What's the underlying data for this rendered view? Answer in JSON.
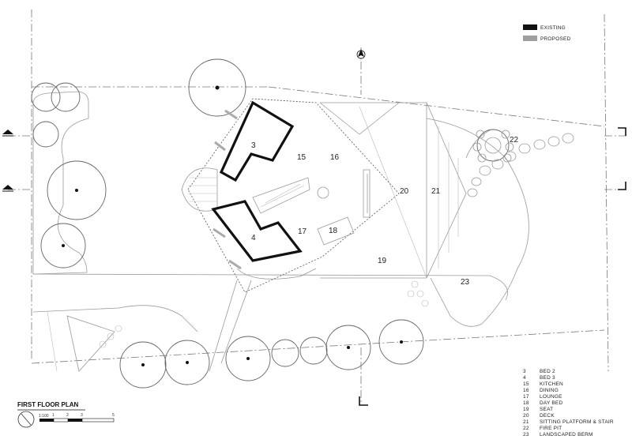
{
  "plan": {
    "title": "FIRST FLOOR PLAN",
    "scale_ratio": "1:100",
    "scale_ticks": [
      "1",
      "2",
      "3",
      "5"
    ]
  },
  "key": {
    "existing_label": "EXISTING",
    "proposed_label": "PROPOSED",
    "existing_color": "#111111",
    "proposed_color": "#9e9e9e"
  },
  "rooms": [
    {
      "num": "3",
      "name": "BED 2"
    },
    {
      "num": "4",
      "name": "BED 3"
    },
    {
      "num": "15",
      "name": "KITCHEN"
    },
    {
      "num": "16",
      "name": "DINING"
    },
    {
      "num": "17",
      "name": "LOUNGE"
    },
    {
      "num": "18",
      "name": "DAY BED"
    },
    {
      "num": "19",
      "name": "SEAT"
    },
    {
      "num": "20",
      "name": "DECK"
    },
    {
      "num": "21",
      "name": "SITTING PLATFORM & STAIR"
    },
    {
      "num": "22",
      "name": "FIRE PIT"
    },
    {
      "num": "23",
      "name": "LANDSCAPED BERM"
    }
  ],
  "icons": [
    "north-arrow-icon",
    "section-marker-icon",
    "scale-bar-icon"
  ]
}
